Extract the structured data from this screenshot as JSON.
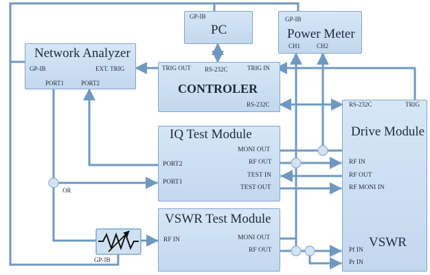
{
  "pc": {
    "title": "PC",
    "gpib": "GP-IB"
  },
  "power_meter": {
    "title": "Power Meter",
    "gpib": "GP-IB",
    "ch1": "CH1",
    "ch2": "CH2"
  },
  "network_analyzer": {
    "title": "Network Analyzer",
    "gpib": "GP-IB",
    "ext_trig": "EXT. TRIG",
    "port1": "PORT1",
    "port2": "PORT2"
  },
  "controller": {
    "title": "CONTROLER",
    "trig_out": "TRIG OUT",
    "rs232c_top": "RS-232C",
    "trig_in": "TRIG IN",
    "rs232c_right": "RS-232C"
  },
  "iq_module": {
    "title": "IQ Test Module",
    "moni_out": "MONI OUT",
    "rf_out": "RF OUT",
    "test_in": "TEST IN",
    "test_out": "TEST OUT",
    "port2": "PORT2",
    "port1": "PORT1"
  },
  "vswr_module": {
    "title": "VSWR Test Module",
    "rf_in": "RF IN",
    "moni_out": "MONI OUT",
    "rf_out": "RF OUT"
  },
  "drive_module": {
    "title": "Drive Module",
    "rs232c": "RS-232C",
    "trig": "TRIG",
    "rf_in": "RF IN",
    "rf_out": "RF OUT",
    "rf_moni_in": "RF MONI IN",
    "vswr": "VSWR",
    "pf_in": "Pf IN",
    "pr_in": "Pr IN"
  },
  "labels": {
    "or": "OR",
    "attenuator_gpib": "GP-IB"
  },
  "colors": {
    "wire": "#6f98c0",
    "box_fill": "#c9dcf0",
    "box_border": "#7ea5c9",
    "text": "#1e2a3a"
  }
}
